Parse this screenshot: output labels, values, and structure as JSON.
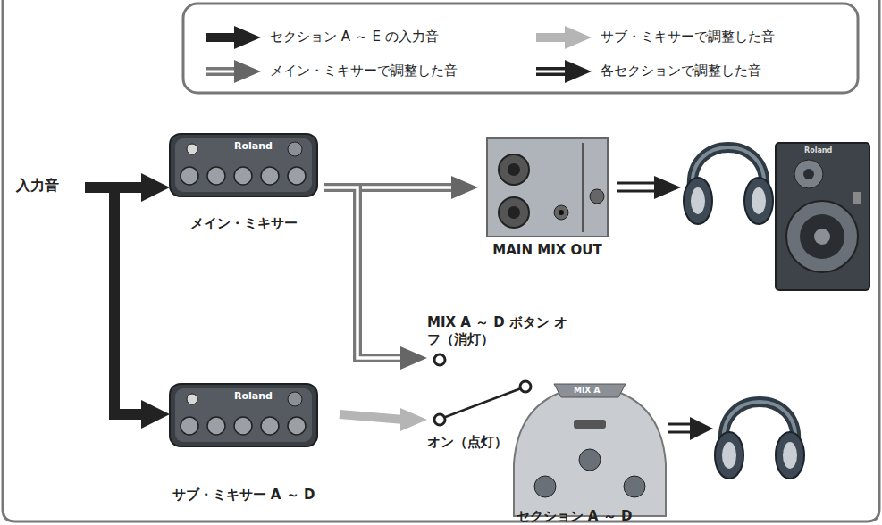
{
  "diagram": {
    "nodes": [
      {
        "text": [
          "メイン・ミキサー"
        ]
      },
      {
        "text": [
          "MAIN MIX OUT"
        ]
      },
      {
        "text": [
          "サブ・ミキサー A ～ D"
        ]
      },
      {
        "text": [
          "セクション A ～ D"
        ]
      },
      {
        "text": [
          "MIX A ～ D ボタン オフ（消灯）"
        ]
      },
      {
        "text": [
          "オン（点灯）"
        ]
      }
    ],
    "edges": [
      {
        "from": 0,
        "to": 1,
        "arrow": "to"
      },
      {
        "from": 0,
        "to": 4,
        "arrow": "to"
      },
      {
        "from": 2,
        "to": 5,
        "arrow": "to"
      }
    ],
    "labels": [
      "入力音",
      "Roland",
      "Roland",
      "Roland",
      "MIX A"
    ],
    "legend": [
      {
        "text": "セクション A ～ E の入力音"
      },
      {
        "text": "サブ・ミキサーで調整した音"
      },
      {
        "text": "メイン・ミキサーで調整した音"
      },
      {
        "text": "各セクションで調整した音"
      }
    ]
  }
}
